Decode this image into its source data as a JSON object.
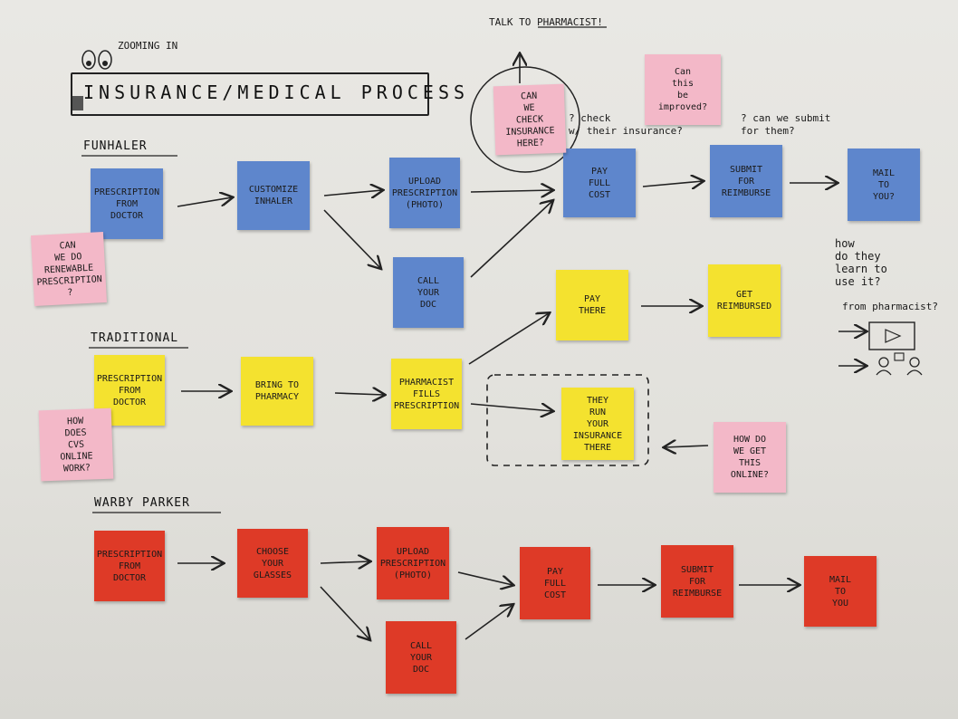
{
  "heading": {
    "title": "INSURANCE/MEDICAL PROCESS",
    "subtitle": "ZOOMING IN"
  },
  "sections": {
    "funhaler": "FUNHALER",
    "traditional": "TRADITIONAL",
    "warby": "WARBY PARKER"
  },
  "notes": {
    "fh_prescription": "PRESCRIPTION\nFROM\nDOCTOR",
    "fh_customize": "CUSTOMIZE\nINHALER",
    "fh_upload": "UPLOAD\nPRESCRIPTION\n(PHOTO)",
    "fh_call": "CALL\nYOUR\nDOC",
    "fh_pay": "PAY\nFULL\nCOST",
    "fh_submit": "SUBMIT\nFOR\nREIMBURSE",
    "fh_mail": "MAIL\nTO\nYOU?",
    "tr_prescription": "PRESCRIPTION\nFROM\nDOCTOR",
    "tr_bring": "BRING TO\nPHARMACY",
    "tr_fills": "PHARMACIST\nFILLS\nPRESCRIPTION",
    "tr_pay": "PAY\nTHERE",
    "tr_reimbursed": "GET\nREIMBURSED",
    "tr_run": "THEY\nRUN\nYOUR\nINSURANCE\nTHERE",
    "wp_prescription": "PRESCRIPTION\nFROM\nDOCTOR",
    "wp_choose": "CHOOSE\nYOUR\nGLASSES",
    "wp_upload": "UPLOAD\nPRESCRIPTION\n(PHOTO)",
    "wp_call": "CALL\nYOUR\nDOC",
    "wp_pay": "PAY\nFULL\nCOST",
    "wp_submit": "SUBMIT\nFOR\nREIMBURSE",
    "wp_mail": "MAIL\nTO\nYOU",
    "pk_check": "CAN\nWE\nCHECK\nINSURANCE\nHERE?",
    "pk_improve": "Can\nthis\nbe\nimproved?",
    "pk_renewable": "CAN\nWE DO\nRENEWABLE\nPRESCRIPTION\n?",
    "pk_cvs": "HOW\nDOES\nCVS\nONLINE\nWORK?",
    "pk_online": "HOW DO\nWE GET\nTHIS\nONLINE?"
  },
  "annotations": {
    "talk": "TALK TO PHARMACIST!",
    "check": "? check\nw/ their insurance?",
    "submit_them": "? can we submit\nfor them?",
    "learn": "how\ndo they\nlearn to\nuse it?",
    "from_pharmacist": "from pharmacist?"
  },
  "colors": {
    "blue": "#5e86cc",
    "yellow": "#f4e22f",
    "red": "#de3a27",
    "pink": "#f3b8c8"
  }
}
